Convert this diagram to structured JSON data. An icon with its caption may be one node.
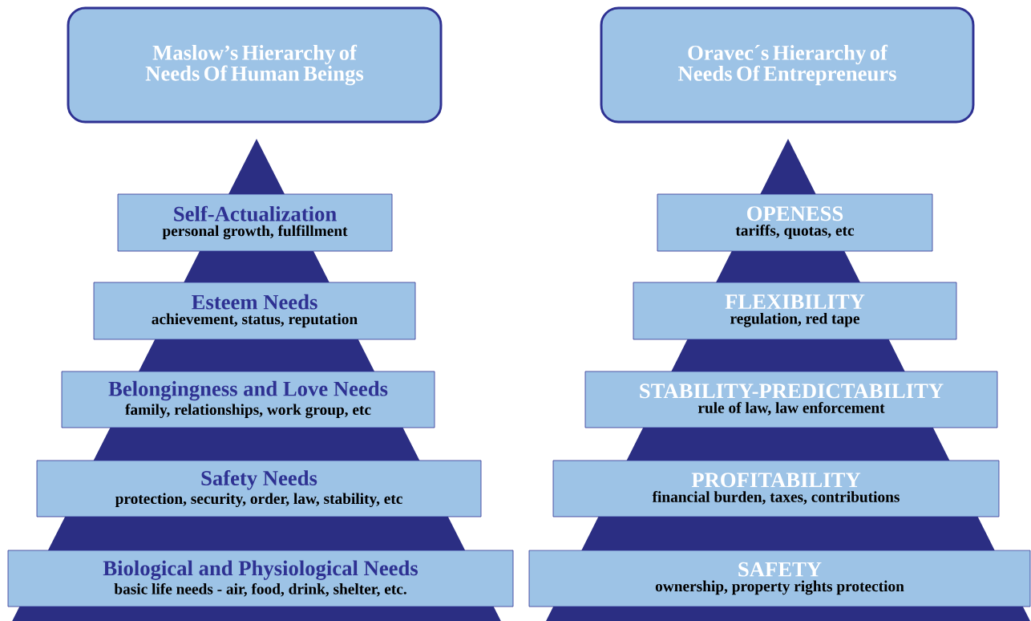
{
  "diagram": {
    "nodes": [
      {
        "text": [
          "Maslow’s Hierarchy of Needs Of Human Beings"
        ]
      },
      {
        "text": [
          "Oravec´s Hierarchy of Needs Of Entrepreneurs"
        ]
      },
      {
        "text": [
          "Self-Actualization",
          "personal growth, fulfillment"
        ]
      },
      {
        "text": [
          "Esteem Needs",
          "achievement, status, reputation"
        ]
      },
      {
        "text": [
          "Belongingness and Love Needs",
          "family, relationships, work group, etc"
        ]
      },
      {
        "text": [
          "Safety Needs",
          "protection, security, order, law, stability, etc"
        ]
      },
      {
        "text": [
          "Biological and Physiological Needs",
          "basic life needs - air, food, drink, shelter, etc."
        ]
      },
      {
        "text": [
          "OPENESS",
          "tariffs, quotas, etc"
        ]
      },
      {
        "text": [
          "FLEXIBILITY",
          "regulation, red tape"
        ]
      },
      {
        "text": [
          "STABILITY-PREDICTABILITY",
          "rule of law, law enforcement"
        ]
      },
      {
        "text": [
          "PROFITABILITY",
          "financial burden, taxes, contributions"
        ]
      },
      {
        "text": [
          "SAFETY",
          "ownership, property rights protection"
        ]
      }
    ]
  }
}
